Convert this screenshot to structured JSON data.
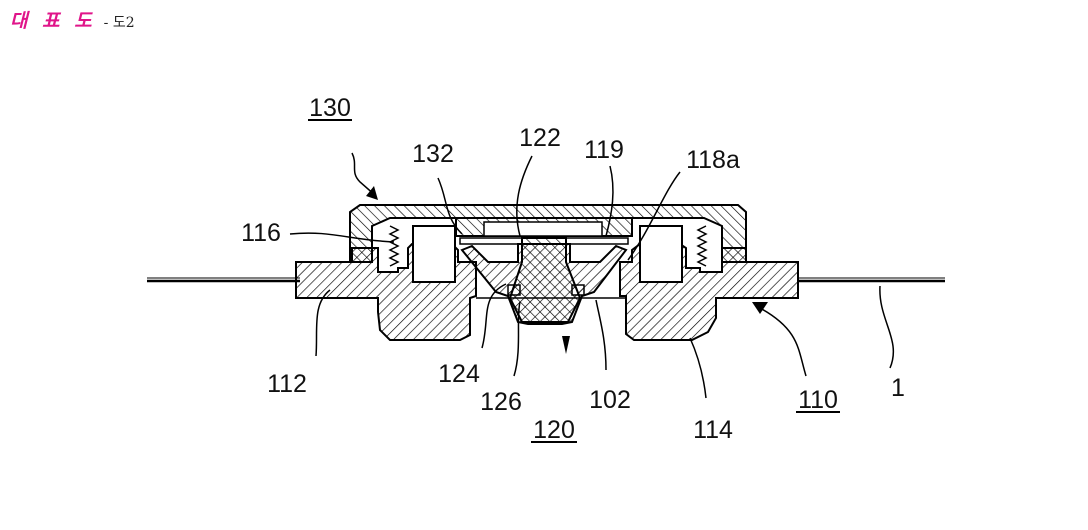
{
  "header": {
    "title": "대 표 도",
    "subtitle": "- 도2"
  },
  "diagram": {
    "labels": {
      "l130": "130",
      "l132": "132",
      "l122": "122",
      "l119": "119",
      "l118a": "118a",
      "l116": "116",
      "l112": "112",
      "l124": "124",
      "l126": "126",
      "l120": "120",
      "l102": "102",
      "l114": "114",
      "l110": "110",
      "l1": "1"
    },
    "underlined_labels": [
      "130",
      "120",
      "110"
    ]
  },
  "colors": {
    "title": "#e0158a",
    "line": "#000000"
  }
}
